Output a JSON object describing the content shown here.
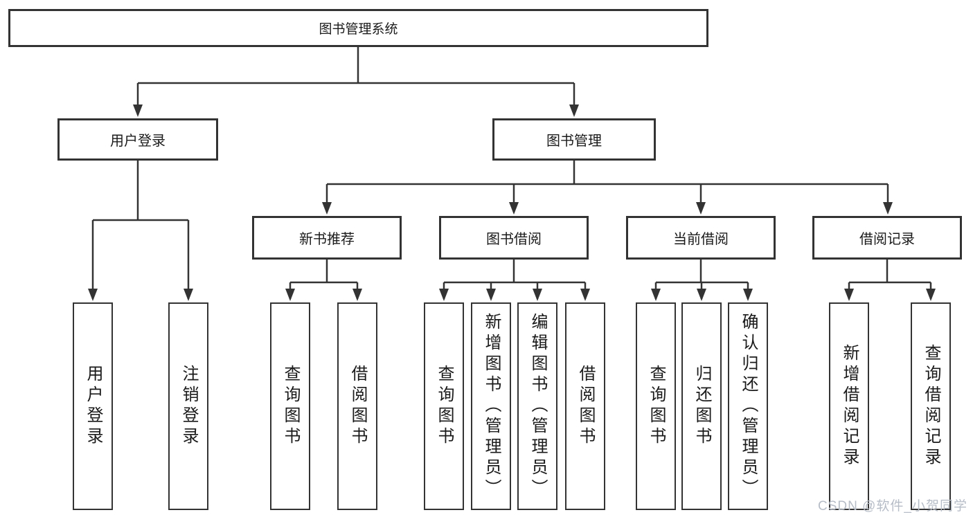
{
  "tree": {
    "root": {
      "label": "图书管理系统",
      "children": [
        {
          "label": "用户登录",
          "children": [
            {
              "label": "用户登录"
            },
            {
              "label": "注销登录"
            }
          ]
        },
        {
          "label": "图书管理",
          "children": [
            {
              "label": "新书推荐",
              "children": [
                {
                  "label": "查询图书"
                },
                {
                  "label": "借阅图书"
                }
              ]
            },
            {
              "label": "图书借阅",
              "children": [
                {
                  "label": "查询图书"
                },
                {
                  "label": "新增图书（管理员）"
                },
                {
                  "label": "编辑图书（管理员）"
                },
                {
                  "label": "借阅图书"
                }
              ]
            },
            {
              "label": "当前借阅",
              "children": [
                {
                  "label": "查询图书"
                },
                {
                  "label": "归还图书"
                },
                {
                  "label": "确认归还（管理员）"
                }
              ]
            },
            {
              "label": "借阅记录",
              "children": [
                {
                  "label": "新增借阅记录"
                },
                {
                  "label": "查询借阅记录"
                }
              ]
            }
          ]
        }
      ]
    }
  },
  "watermark": "CSDN @软件_小贺同学",
  "colors": {
    "line": "#333333",
    "box_border": "#333333",
    "box_background": "#ffffff",
    "text": "#1a1a1a",
    "watermark": "#b7bdc7"
  }
}
